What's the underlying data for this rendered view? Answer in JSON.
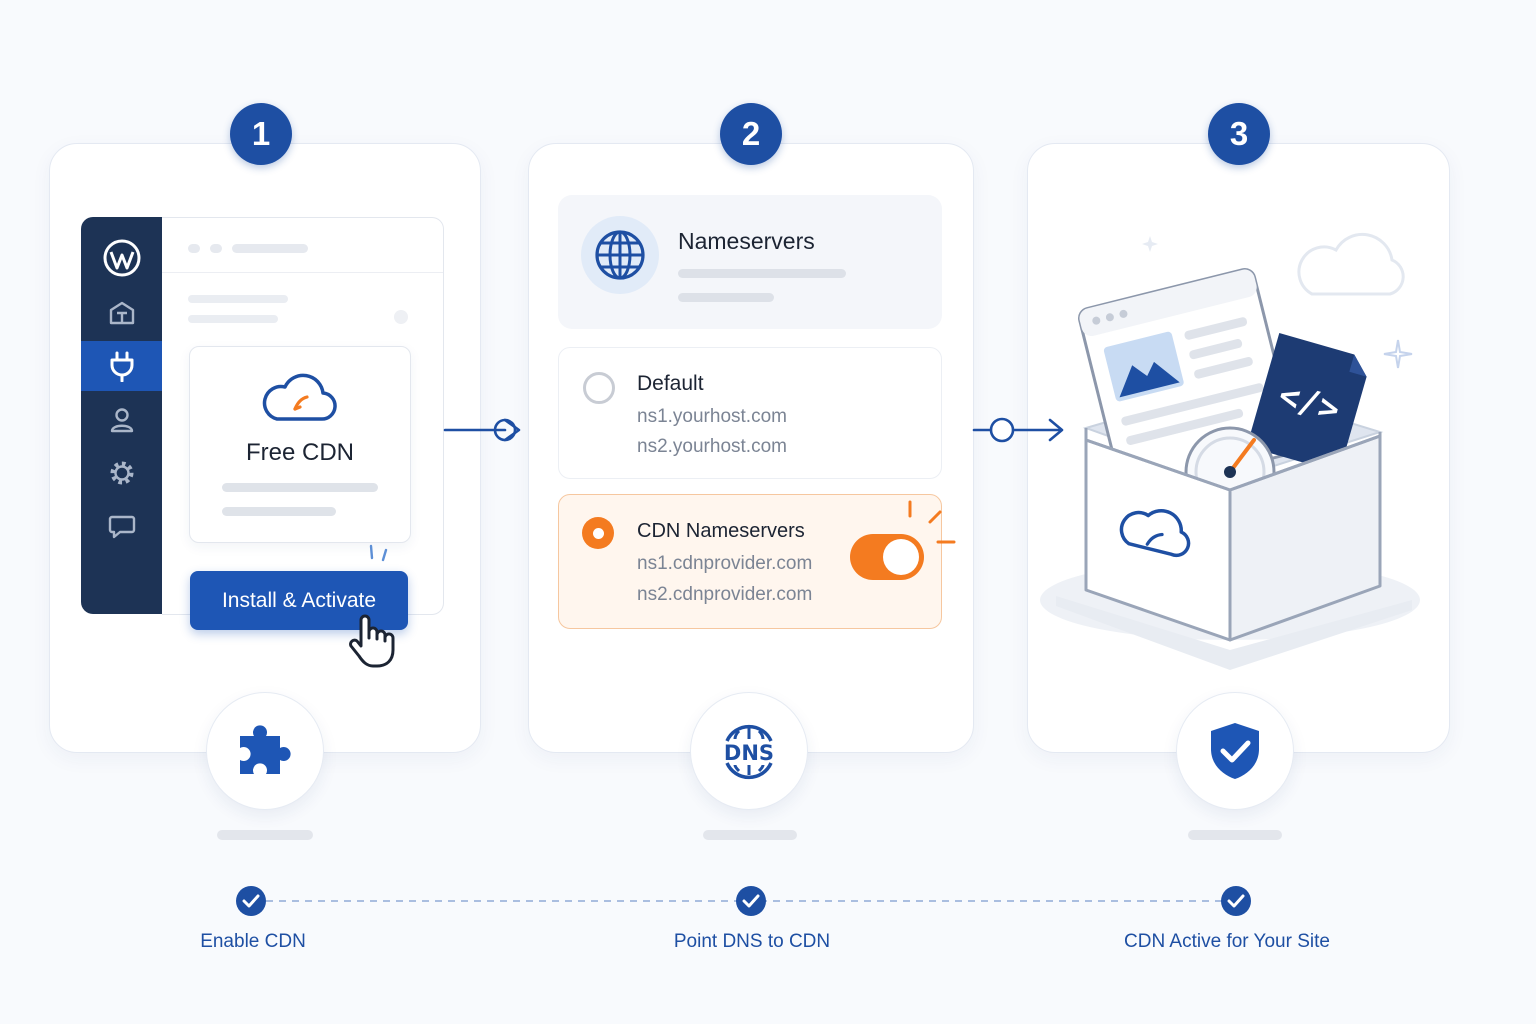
{
  "steps": [
    {
      "number": "1",
      "label": "Enable CDN"
    },
    {
      "number": "2",
      "label": "Point DNS to CDN"
    },
    {
      "number": "3",
      "label": "CDN Active for Your Site"
    }
  ],
  "step1": {
    "card_title": "Free CDN",
    "install_button": "Install & Activate"
  },
  "step2": {
    "header_title": "Nameservers",
    "dns_badge": "DNS",
    "default_option": {
      "title": "Default",
      "ns1": "ns1.yourhost.com",
      "ns2": "ns2.yourhost.com",
      "selected": false
    },
    "cdn_option": {
      "title": "CDN Nameservers",
      "ns1": "ns1.cdnprovider.com",
      "ns2": "ns2.cdnprovider.com",
      "selected": true,
      "toggle_on": true
    }
  },
  "step3": {
    "code_symbol": "</>"
  },
  "colors": {
    "primary": "#1e4fa3",
    "sidebar": "#1d3355",
    "accent": "#f47b20"
  }
}
